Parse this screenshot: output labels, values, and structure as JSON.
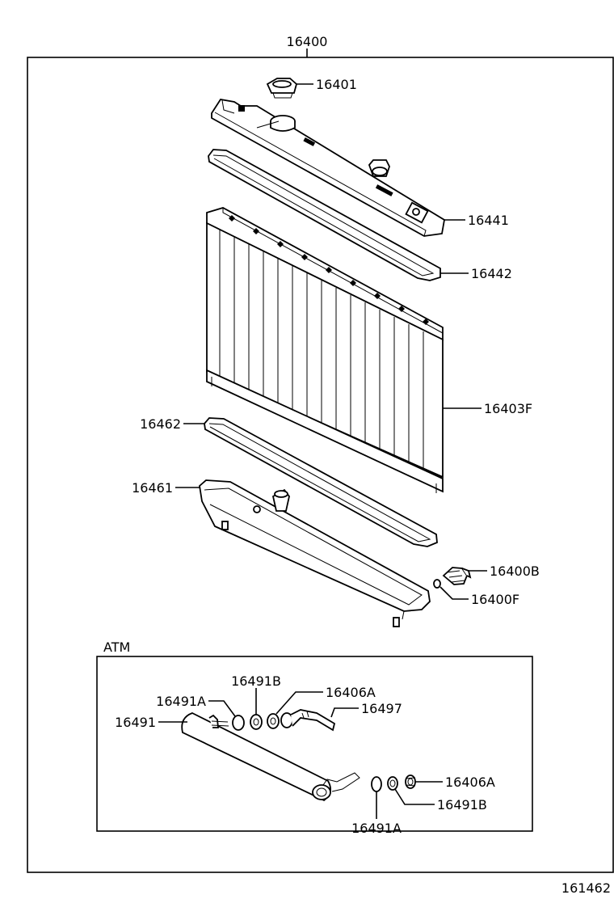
{
  "assembly_number": "16400",
  "figure_number": "161462",
  "atm_label": "ATM",
  "callouts": {
    "radiator_cap": "16401",
    "upper_tank": "16441",
    "upper_gasket": "16442",
    "core": "16403F",
    "lower_gasket": "16462",
    "lower_tank": "16461",
    "drain_cock": "16400B",
    "drain_oring": "16400F"
  },
  "atm_callouts": {
    "gasket_b_top": "16491B",
    "union_top": "16406A",
    "oring_top": "16491A",
    "pipe": "16497",
    "cooler": "16491",
    "union_right": "16406A",
    "gasket_b_right": "16491B",
    "oring_bottom": "16491A"
  }
}
